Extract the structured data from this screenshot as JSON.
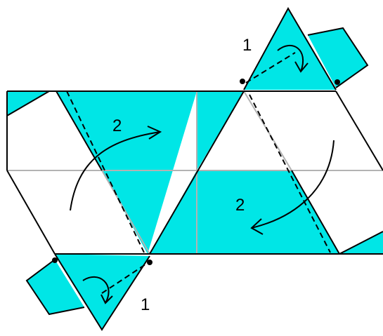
{
  "colors": {
    "fill": "#00e6e6",
    "line": "#000000",
    "faint_line": "#b3b3b3",
    "background": "#ffffff"
  },
  "labels": {
    "fold_1_top": "1",
    "fold_1_bottom": "1",
    "fold_2_upper": "2",
    "fold_2_lower": "2"
  }
}
